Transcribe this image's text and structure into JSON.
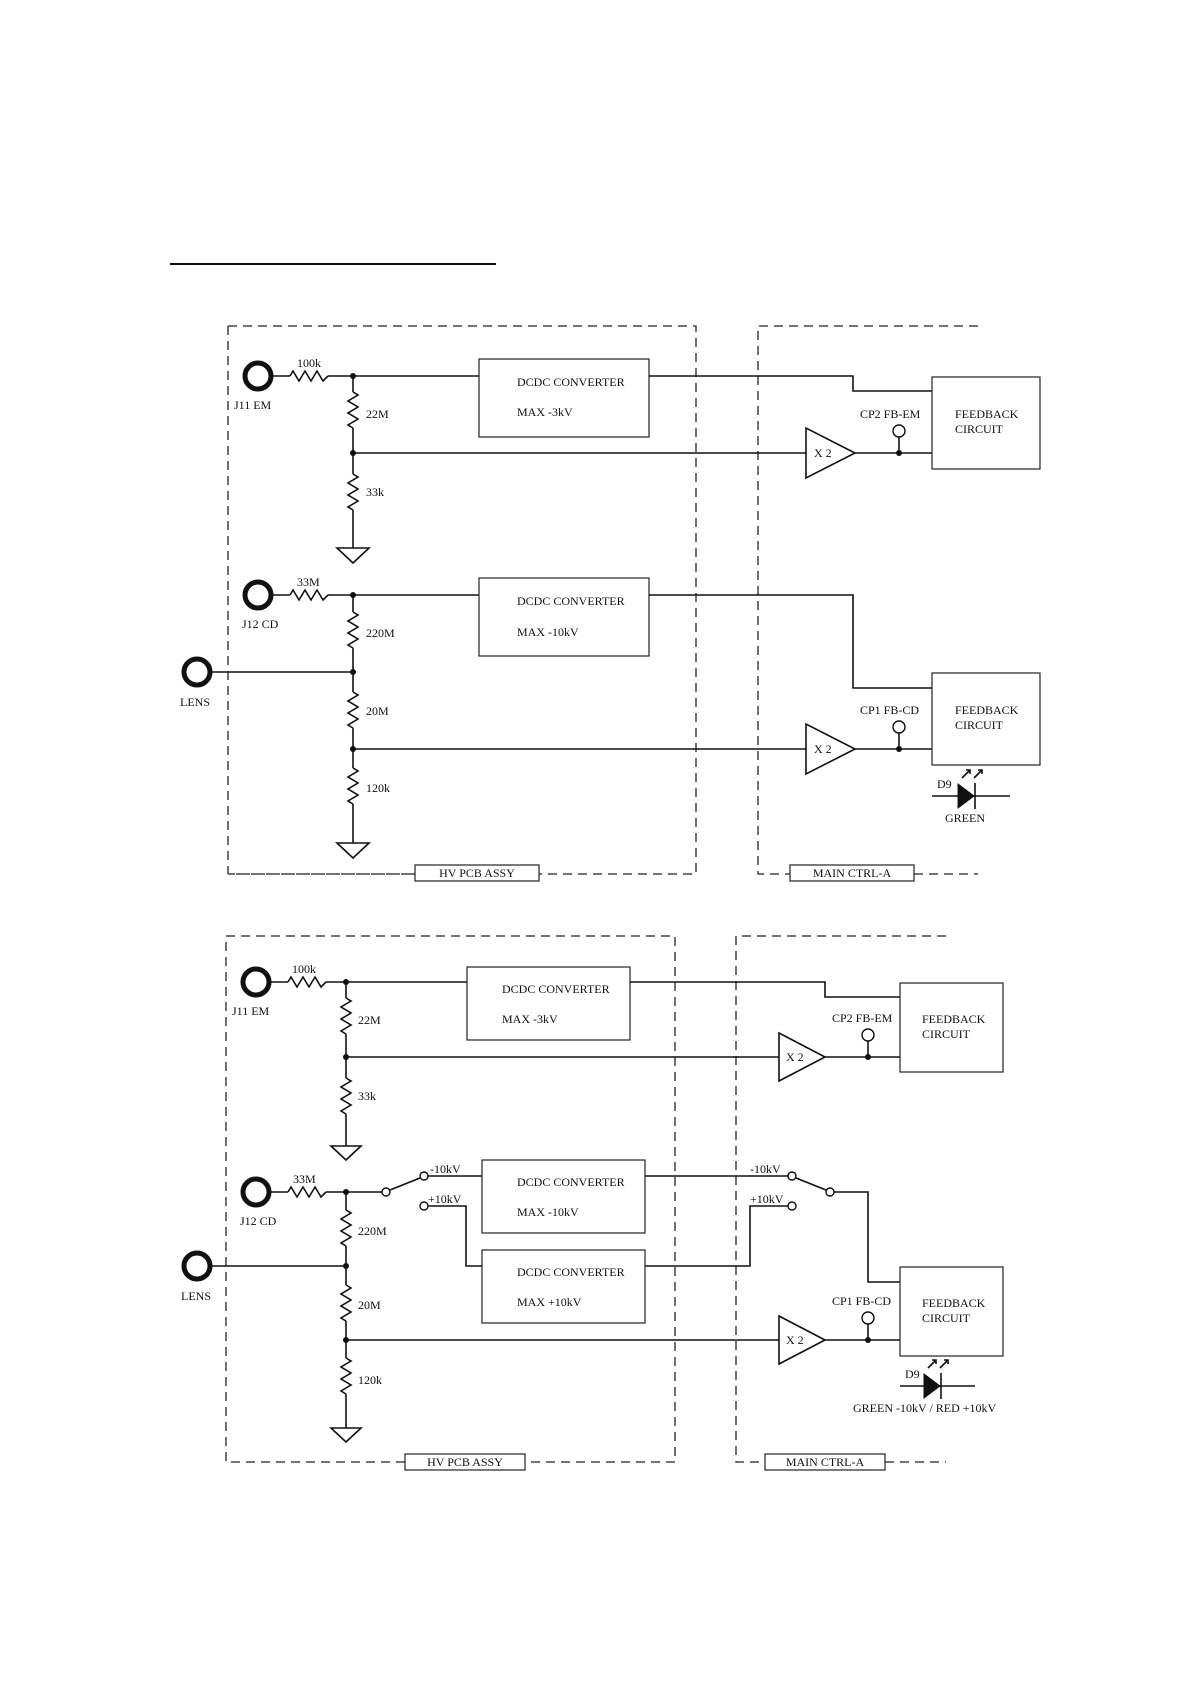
{
  "diagram_1": {
    "hv_pcb_label": "HV PCB ASSY",
    "main_ctrl_label": "MAIN CTRL-A",
    "j11_label": "J11 EM",
    "j12_label": "J12 CD",
    "lens_label": "LENS",
    "r_j11_series": "100k",
    "r_em_upper": "22M",
    "r_em_lower": "33k",
    "r_j12_series": "33M",
    "r_cd_upper": "220M",
    "r_cd_mid": "20M",
    "r_cd_lower": "120k",
    "dcdc_em_line1": "DCDC CONVERTER",
    "dcdc_em_line2": "MAX -3kV",
    "dcdc_cd_line1": "DCDC CONVERTER",
    "dcdc_cd_line2": "MAX -10kV",
    "amp_em": "X 2",
    "amp_cd": "X 2",
    "tp_em": "CP2 FB-EM",
    "tp_cd": "CP1 FB-CD",
    "fb_em_line1": "FEEDBACK",
    "fb_em_line2": "CIRCUIT",
    "fb_cd_line1": "FEEDBACK",
    "fb_cd_line2": "CIRCUIT",
    "led_ref": "D9",
    "led_color": "GREEN"
  },
  "diagram_2": {
    "hv_pcb_label": "HV PCB ASSY",
    "main_ctrl_label": "MAIN CTRL-A",
    "j11_label": "J11 EM",
    "j12_label": "J12 CD",
    "lens_label": "LENS",
    "r_j11_series": "100k",
    "r_em_upper": "22M",
    "r_em_lower": "33k",
    "r_j12_series": "33M",
    "r_cd_upper": "220M",
    "r_cd_mid": "20M",
    "r_cd_lower": "120k",
    "dcdc_em_line1": "DCDC CONVERTER",
    "dcdc_em_line2": "MAX -3kV",
    "dcdc_neg_line1": "DCDC CONVERTER",
    "dcdc_neg_line2": "MAX -10kV",
    "dcdc_pos_line1": "DCDC CONVERTER",
    "dcdc_pos_line2": "MAX +10kV",
    "sw_left_neg": "-10kV",
    "sw_left_pos": "+10kV",
    "sw_right_neg": "-10kV",
    "sw_right_pos": "+10kV",
    "amp_em": "X 2",
    "amp_cd": "X 2",
    "tp_em": "CP2 FB-EM",
    "tp_cd": "CP1 FB-CD",
    "fb_em_line1": "FEEDBACK",
    "fb_em_line2": "CIRCUIT",
    "fb_cd_line1": "FEEDBACK",
    "fb_cd_line2": "CIRCUIT",
    "led_ref": "D9",
    "led_color": "GREEN -10kV / RED +10kV"
  }
}
